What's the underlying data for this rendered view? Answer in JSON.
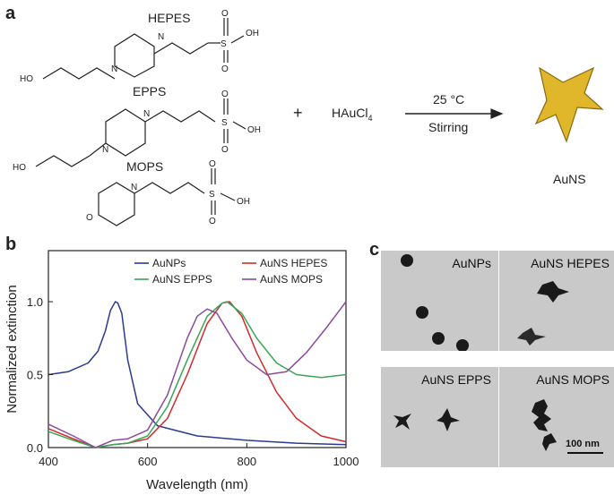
{
  "panel_labels": {
    "a": "a",
    "b": "b",
    "c": "c"
  },
  "scheme": {
    "molecules": [
      {
        "name": "HEPES",
        "oh_label": "HO",
        "sulfonate_oh": "OH",
        "n_label": "N",
        "s_label": "S",
        "o_label": "O"
      },
      {
        "name": "EPPS",
        "oh_label": "HO",
        "sulfonate_oh": "OH",
        "n_label": "N",
        "s_label": "S",
        "o_label": "O"
      },
      {
        "name": "MOPS",
        "ring_o_label": "O",
        "sulfonate_oh": "OH",
        "n_label": "N",
        "s_label": "S",
        "o_label": "O"
      }
    ],
    "plus": "+",
    "reagent": "HAuCl",
    "reagent_subscript": "4",
    "condition_top": "25 °C",
    "condition_bottom": "Stirring",
    "product": "AuNS",
    "product_color": "#e0b62a"
  },
  "chart_data": {
    "type": "line",
    "xlabel": "Wavelength (nm)",
    "ylabel": "Normalized extinction",
    "xlim": [
      400,
      1000
    ],
    "ylim": [
      0,
      1.35
    ],
    "xticks": [
      400,
      600,
      800,
      1000
    ],
    "yticks": [
      0.0,
      0.5,
      1.0
    ],
    "ytick_labels": [
      "0.0",
      "0.5",
      "1.0"
    ],
    "legend_position": "top-right",
    "series": [
      {
        "name": "AuNPs",
        "color": "#2b3a8f",
        "x": [
          400,
          440,
          480,
          500,
          515,
          525,
          535,
          540,
          548,
          560,
          580,
          620,
          700,
          800,
          900,
          1000
        ],
        "y": [
          0.5,
          0.52,
          0.58,
          0.66,
          0.8,
          0.94,
          1.0,
          0.99,
          0.92,
          0.6,
          0.3,
          0.15,
          0.08,
          0.05,
          0.03,
          0.02
        ]
      },
      {
        "name": "AuNS HEPES",
        "color": "#d22a2a",
        "x": [
          400,
          450,
          495,
          530,
          560,
          600,
          640,
          680,
          720,
          750,
          765,
          790,
          820,
          860,
          900,
          950,
          1000
        ],
        "y": [
          0.13,
          0.06,
          0.0,
          0.02,
          0.03,
          0.06,
          0.2,
          0.5,
          0.85,
          0.99,
          1.0,
          0.9,
          0.65,
          0.38,
          0.2,
          0.08,
          0.04
        ]
      },
      {
        "name": "AuNS EPPS",
        "color": "#3aa655",
        "x": [
          400,
          450,
          495,
          530,
          560,
          600,
          640,
          680,
          720,
          750,
          760,
          790,
          820,
          860,
          900,
          950,
          1000
        ],
        "y": [
          0.11,
          0.05,
          0.0,
          0.02,
          0.03,
          0.08,
          0.28,
          0.6,
          0.9,
          0.99,
          1.0,
          0.92,
          0.75,
          0.58,
          0.5,
          0.48,
          0.5
        ]
      },
      {
        "name": "AuNS MOPS",
        "color": "#8c4a9c",
        "x": [
          400,
          450,
          495,
          530,
          560,
          600,
          640,
          680,
          700,
          720,
          740,
          770,
          800,
          840,
          880,
          920,
          960,
          1000
        ],
        "y": [
          0.16,
          0.08,
          0.0,
          0.05,
          0.06,
          0.12,
          0.36,
          0.75,
          0.9,
          0.95,
          0.92,
          0.75,
          0.6,
          0.5,
          0.52,
          0.65,
          0.82,
          1.0
        ]
      }
    ]
  },
  "tem_panels": [
    {
      "label": "AuNPs"
    },
    {
      "label": "AuNS HEPES"
    },
    {
      "label": "AuNS EPPS"
    },
    {
      "label": "AuNS MOPS"
    }
  ],
  "scale_bar": "100 nm"
}
